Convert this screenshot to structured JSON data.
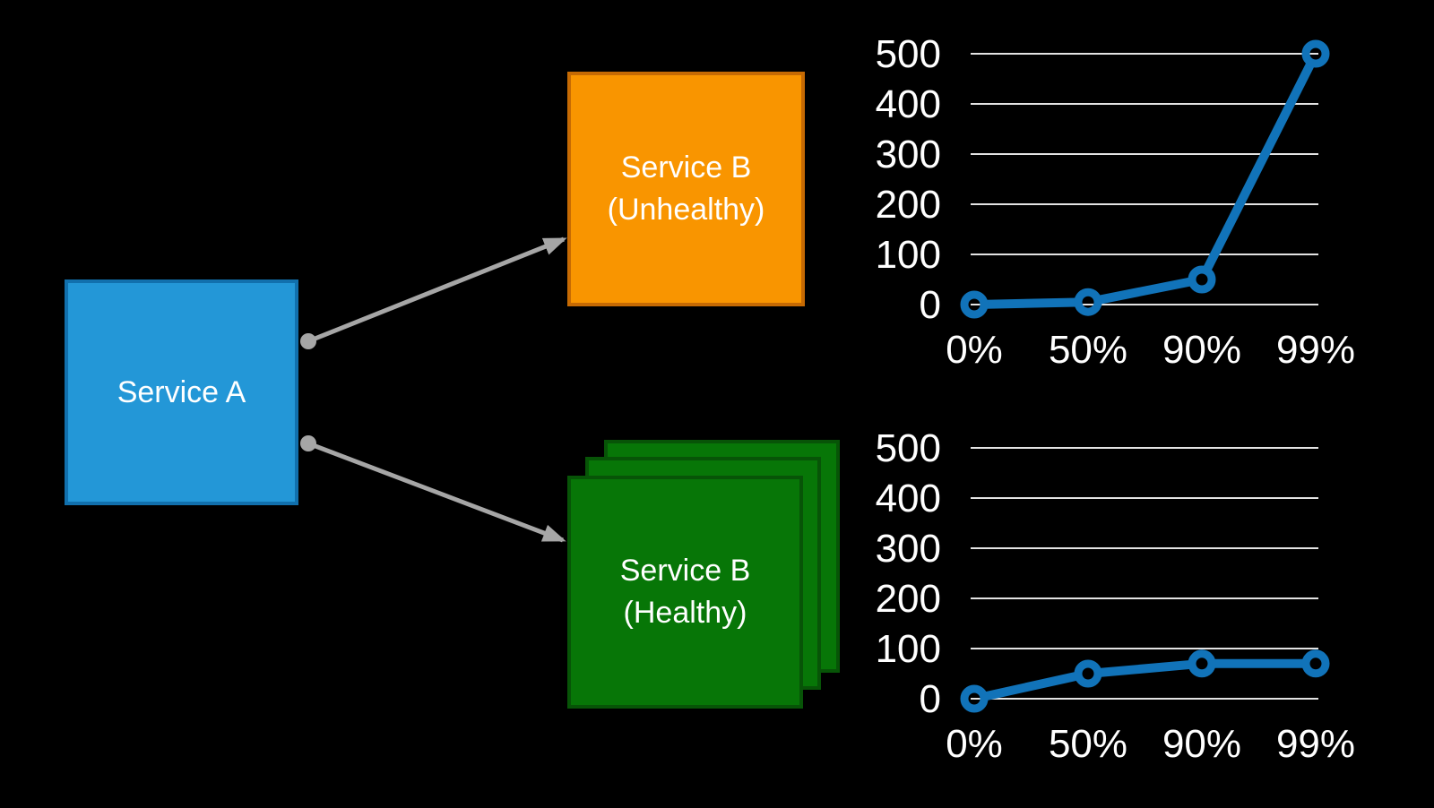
{
  "diagram": {
    "service_a": {
      "label": "Service A",
      "fill": "#2397d7",
      "border": "#1170ad"
    },
    "service_b_unhealthy": {
      "label_line1": "Service B",
      "label_line2": "(Unhealthy)",
      "fill": "#f99500",
      "border": "#c66a03"
    },
    "service_b_healthy": {
      "label_line1": "Service B",
      "label_line2": "(Healthy)",
      "fill": "#077607",
      "border": "#075407",
      "instance_count": 3
    },
    "arrow_color": "#a6a6a6"
  },
  "chart_data": [
    {
      "id": "unhealthy-latency-chart",
      "type": "line",
      "categories": [
        "0%",
        "50%",
        "90%",
        "99%"
      ],
      "values": [
        0,
        5,
        50,
        500
      ],
      "yticks": [
        0,
        100,
        200,
        300,
        400,
        500
      ],
      "ylim": [
        0,
        500
      ],
      "grid": true,
      "legend_position": "none",
      "line_color": "#1173b9",
      "grid_color": "#e3e3e3",
      "tick_color": "#ffffff"
    },
    {
      "id": "healthy-latency-chart",
      "type": "line",
      "categories": [
        "0%",
        "50%",
        "90%",
        "99%"
      ],
      "values": [
        0,
        50,
        70,
        70
      ],
      "yticks": [
        0,
        100,
        200,
        300,
        400,
        500
      ],
      "ylim": [
        0,
        500
      ],
      "grid": true,
      "legend_position": "none",
      "line_color": "#1173b9",
      "grid_color": "#e3e3e3",
      "tick_color": "#ffffff"
    }
  ]
}
